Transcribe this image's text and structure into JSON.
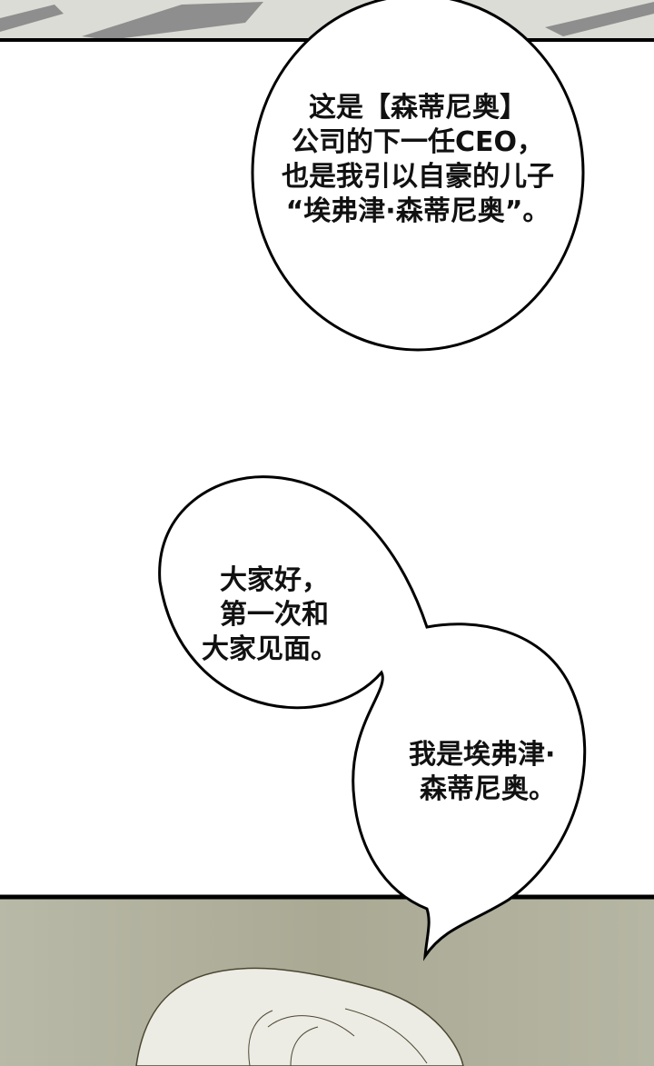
{
  "bubble_top": {
    "lines": [
      "这是【森蒂尼奥】",
      "公司的下一任CEO，",
      "也是我引以自豪的儿子",
      "“埃弗津·森蒂尼奥”。"
    ]
  },
  "bubble_left": {
    "lines": [
      "大家好，",
      "第一次和",
      "大家见面。"
    ]
  },
  "bubble_right": {
    "lines": [
      "我是埃弗津·",
      "森蒂尼奥。"
    ]
  },
  "colors": {
    "panel_top": "#d8d8d2",
    "panel_bottom": "#b4b4a2",
    "hair": "#ecebe4"
  }
}
